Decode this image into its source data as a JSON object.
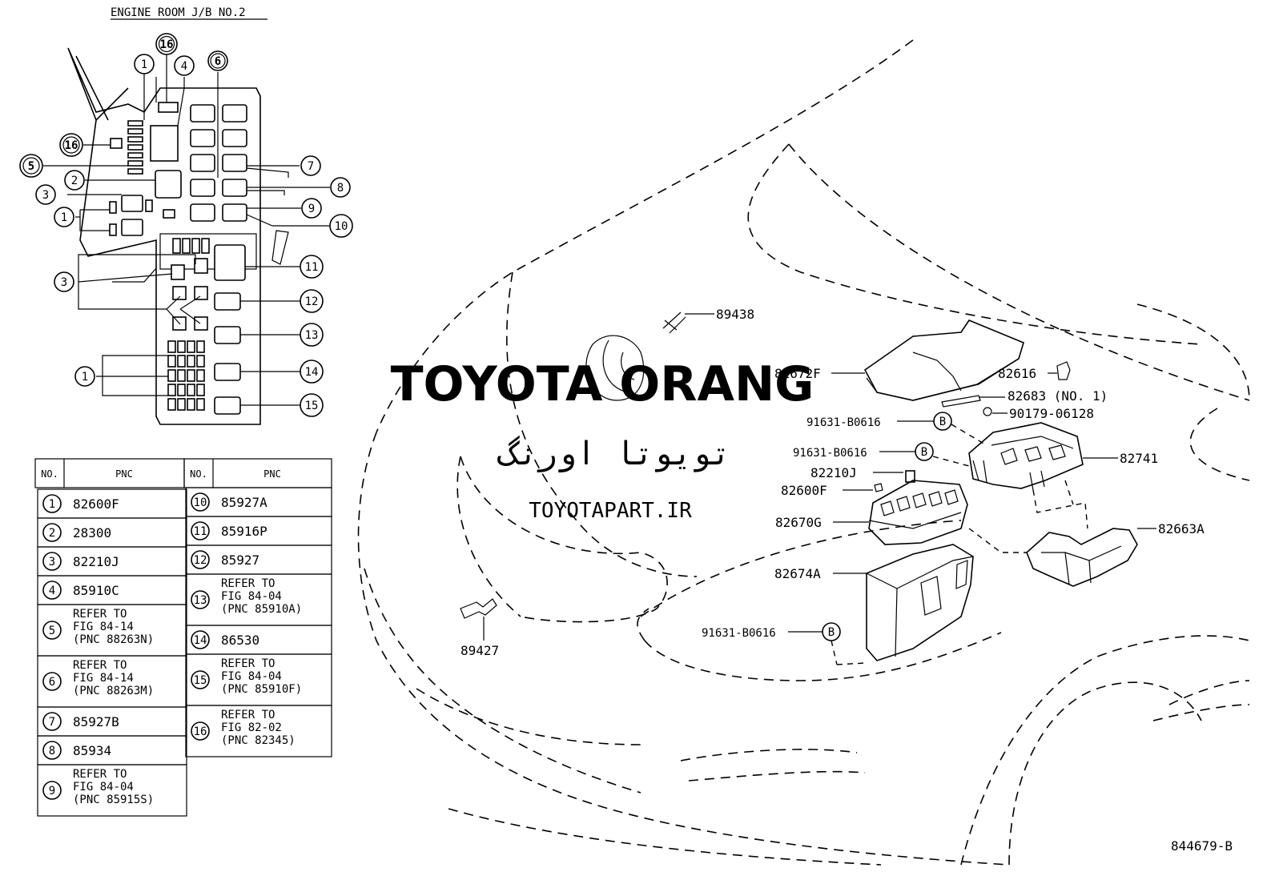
{
  "title": "ENGINE ROOM J/B NO.2",
  "drawing_id": "844679-B",
  "watermark": {
    "line1": "TOYOTA ORANG",
    "line2": "تویوتا اورنگ",
    "line3": "TOYOTAPART.IR",
    "color": "#f08a8a"
  },
  "callout_numbers": [
    "1",
    "2",
    "3",
    "4",
    "5",
    "6",
    "7",
    "8",
    "9",
    "10",
    "11",
    "12",
    "13",
    "14",
    "15",
    "16"
  ],
  "table": {
    "headers": {
      "no": "NO.",
      "pnc": "PNC"
    },
    "left": [
      {
        "no": "1",
        "lines": [
          "82600F"
        ]
      },
      {
        "no": "2",
        "lines": [
          "28300"
        ]
      },
      {
        "no": "3",
        "lines": [
          "82210J"
        ]
      },
      {
        "no": "4",
        "lines": [
          "85910C"
        ]
      },
      {
        "no": "5",
        "lines": [
          "REFER TO",
          "FIG 84-14",
          "(PNC 88263N)"
        ]
      },
      {
        "no": "6",
        "lines": [
          "REFER TO",
          "FIG 84-14",
          "(PNC 88263M)"
        ]
      },
      {
        "no": "7",
        "lines": [
          "85927B"
        ]
      },
      {
        "no": "8",
        "lines": [
          "85934"
        ]
      },
      {
        "no": "9",
        "lines": [
          "REFER TO",
          "FIG 84-04",
          "(PNC 85915S)"
        ]
      }
    ],
    "right": [
      {
        "no": "10",
        "lines": [
          "85927A"
        ]
      },
      {
        "no": "11",
        "lines": [
          "85916P"
        ]
      },
      {
        "no": "12",
        "lines": [
          "85927"
        ]
      },
      {
        "no": "13",
        "lines": [
          "REFER TO",
          "FIG 84-04",
          "(PNC 85910A)"
        ]
      },
      {
        "no": "14",
        "lines": [
          "86530"
        ]
      },
      {
        "no": "15",
        "lines": [
          "REFER TO",
          "FIG 84-04",
          "(PNC 85910F)"
        ]
      },
      {
        "no": "16",
        "lines": [
          "REFER TO",
          "FIG 82-02",
          "(PNC 82345)"
        ]
      }
    ]
  },
  "part_labels": {
    "p89438": "89438",
    "p89427": "89427",
    "p82672F": "82672F",
    "p82616": "82616",
    "p82683": "82683 (NO. 1)",
    "p90179": "90179-06128",
    "p91631a": "91631-B0616",
    "p91631b": "91631-B0616",
    "p91631c": "91631-B0616",
    "p82741": "82741",
    "p82210J": "82210J",
    "p82600F": "82600F",
    "p82670G": "82670G",
    "p82663A": "82663A",
    "p82674A": "82674A",
    "ref_b": "B"
  }
}
